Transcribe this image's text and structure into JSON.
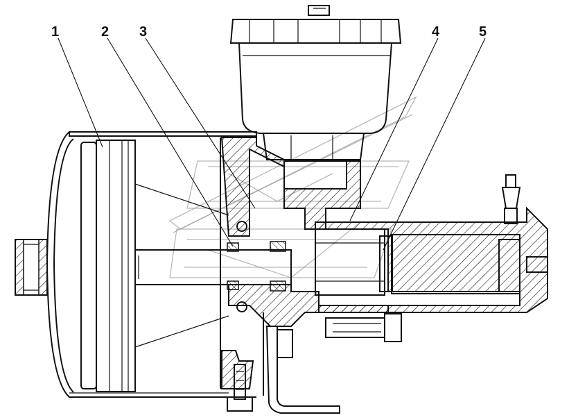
{
  "callouts": [
    {
      "num": "1"
    },
    {
      "num": "2"
    },
    {
      "num": "3"
    },
    {
      "num": "4"
    },
    {
      "num": "5"
    }
  ],
  "colors": {
    "line": "#111111",
    "hatch": "#111111",
    "watermark": "#9a9a9a",
    "background": "#ffffff"
  }
}
